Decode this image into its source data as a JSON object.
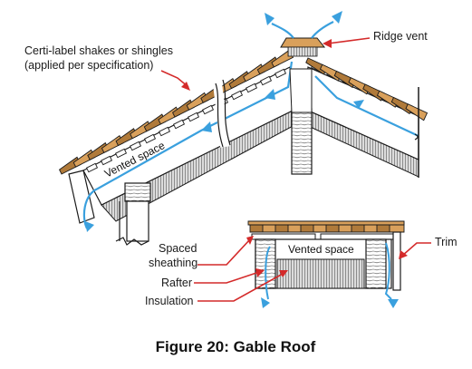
{
  "labels": {
    "shakes_line1": "Certi-label shakes or shingles",
    "shakes_line2": "(applied per specification)",
    "ridge_vent": "Ridge vent",
    "vented_space_roof": "Vented space",
    "vented_space_detail": "Vented space",
    "spaced_line1": "Spaced",
    "spaced_line2": "sheathing",
    "rafter": "Rafter",
    "insulation": "Insulation",
    "trim": "Trim"
  },
  "caption": "Figure 20: Gable Roof",
  "colors": {
    "shake": "#d9a05b",
    "shake_dark": "#b07a3a",
    "insulation_gray": "#8d8d8d",
    "airflow_blue": "#3aa0de",
    "leader_red": "#d42a2a",
    "line": "#1a1a1a"
  }
}
